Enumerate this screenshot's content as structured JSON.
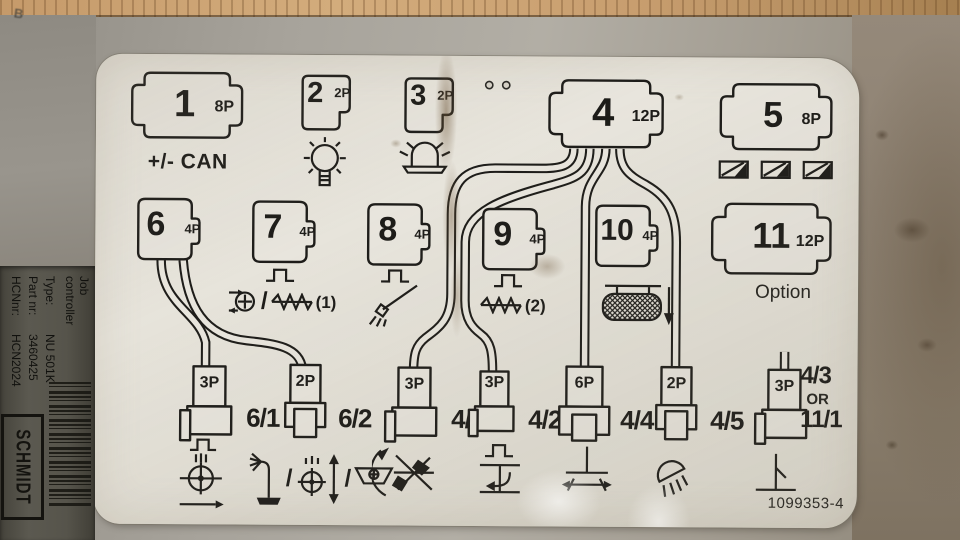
{
  "photo": {
    "sep": "/",
    "plate_number": "1099353-4",
    "corner_mark": "B"
  },
  "connectors": {
    "c1": {
      "num": "1",
      "pins": "8P",
      "caption": "+/- CAN"
    },
    "c2": {
      "num": "2",
      "pins": "2P"
    },
    "c3": {
      "num": "3",
      "pins": "2P"
    },
    "c4": {
      "num": "4",
      "pins": "12P"
    },
    "c5": {
      "num": "5",
      "pins": "8P"
    },
    "c6": {
      "num": "6",
      "pins": "4P"
    },
    "c7": {
      "num": "7",
      "pins": "4P",
      "note": "(1)"
    },
    "c8": {
      "num": "8",
      "pins": "4P"
    },
    "c9": {
      "num": "9",
      "pins": "4P",
      "note": "(2)"
    },
    "c10": {
      "num": "10",
      "pins": "4P"
    },
    "c11": {
      "num": "11",
      "pins": "12P",
      "caption": "Option"
    }
  },
  "plugs": {
    "p61": {
      "pins": "3P",
      "label": "6/1"
    },
    "p62": {
      "pins": "2P",
      "label": "6/2"
    },
    "p41": {
      "pins": "3P",
      "label": "4/1"
    },
    "p42": {
      "pins": "3P",
      "label": "4/2"
    },
    "p44": {
      "pins": "6P",
      "label": "4/4"
    },
    "p45": {
      "pins": "2P",
      "label": "4/5"
    },
    "p43": {
      "pins": "3P",
      "label": "4/3",
      "or": "OR",
      "alt": "11/1"
    }
  },
  "side_label": {
    "product_line1": "Job",
    "product_line2": "controller",
    "type_key": "Type:",
    "type_value": "NU 501K",
    "part_key": "Part nr:",
    "part_value": "3460425",
    "hcn_key": "HCNnr:",
    "hcn_value": "HCN2024",
    "brand": "SCHMIDT"
  },
  "icons": {
    "bulb": "light-bulb-icon",
    "beacon": "rotating-beacon-icon",
    "spreader_gates": "spreader-gate-icons",
    "pulse": "pulse-signal-icon",
    "pump": "pump-circulation-icon",
    "heater": "heater-coil-icon",
    "nozzle": "spray-nozzle-icon",
    "mat": "brush-mat-icon",
    "spinner": "spinner-disc-icon",
    "wash_arm": "wash-arm-icon",
    "disc_lift": "disc-lift-icon",
    "hopper": "hopper-tray-icon",
    "impeller": "impeller-rotation-icon",
    "chute": "chute-fold-icon",
    "width": "spread-width-icon",
    "lamp": "work-lamp-icon",
    "mast": "mast-icon"
  },
  "colors": {
    "sticker": "#e8e5dd",
    "ink": "#1d1c19",
    "metal": "#a6a29a",
    "wood": "#c59b6c",
    "side_label_bg": "#55534b",
    "right_stain": "#8d8172"
  }
}
